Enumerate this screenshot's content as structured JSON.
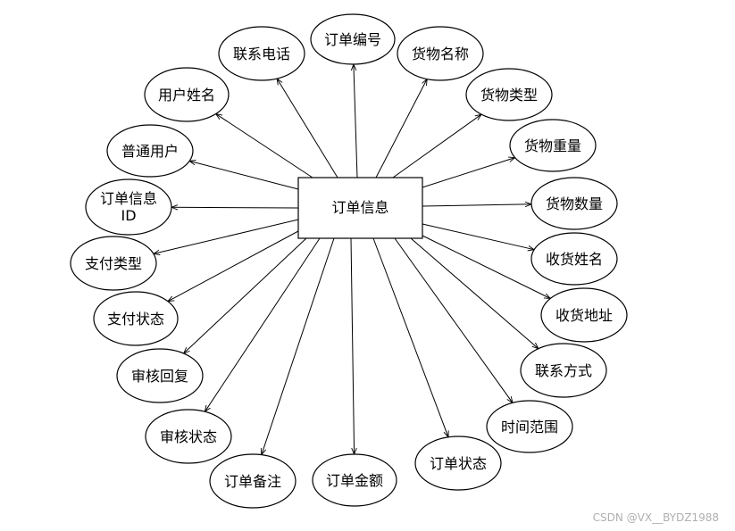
{
  "entity": {
    "label": "订单信息"
  },
  "attributes": [
    {
      "id": "order-no",
      "label": "订单编号"
    },
    {
      "id": "goods-name",
      "label": "货物名称"
    },
    {
      "id": "goods-type",
      "label": "货物类型"
    },
    {
      "id": "goods-weight",
      "label": "货物重量"
    },
    {
      "id": "goods-qty",
      "label": "货物数量"
    },
    {
      "id": "receiver-name",
      "label": "收货姓名"
    },
    {
      "id": "receiver-address",
      "label": "收货地址"
    },
    {
      "id": "contact-method",
      "label": "联系方式"
    },
    {
      "id": "time-range",
      "label": "时间范围"
    },
    {
      "id": "order-status",
      "label": "订单状态"
    },
    {
      "id": "order-amount",
      "label": "订单金额"
    },
    {
      "id": "order-remark",
      "label": "订单备注"
    },
    {
      "id": "review-status",
      "label": "审核状态"
    },
    {
      "id": "review-reply",
      "label": "审核回复"
    },
    {
      "id": "pay-status",
      "label": "支付状态"
    },
    {
      "id": "pay-type",
      "label": "支付类型"
    },
    {
      "id": "order-info-id",
      "label": "订单信息 ID",
      "lines": [
        "订单信息",
        "ID"
      ]
    },
    {
      "id": "normal-user",
      "label": "普通用户"
    },
    {
      "id": "user-name",
      "label": "用户姓名"
    },
    {
      "id": "contact-phone",
      "label": "联系电话"
    }
  ],
  "watermark": "CSDN @VX__BYDZ1988"
}
